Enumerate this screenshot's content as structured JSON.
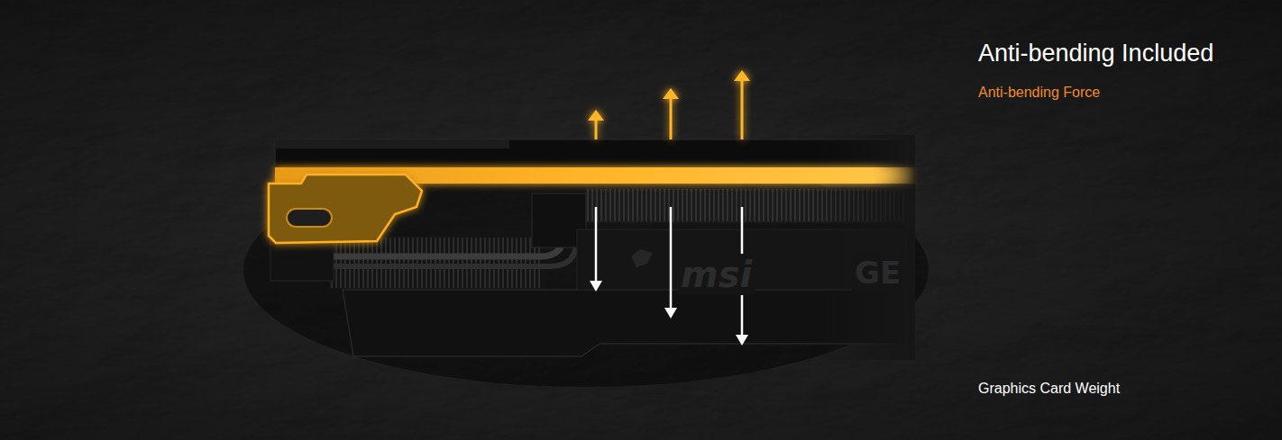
{
  "diagram": {
    "title": "Anti-bending Included",
    "labels": [
      "Anti-bending Force",
      "Graphics Card Weight",
      "msi",
      "GE"
    ]
  }
}
